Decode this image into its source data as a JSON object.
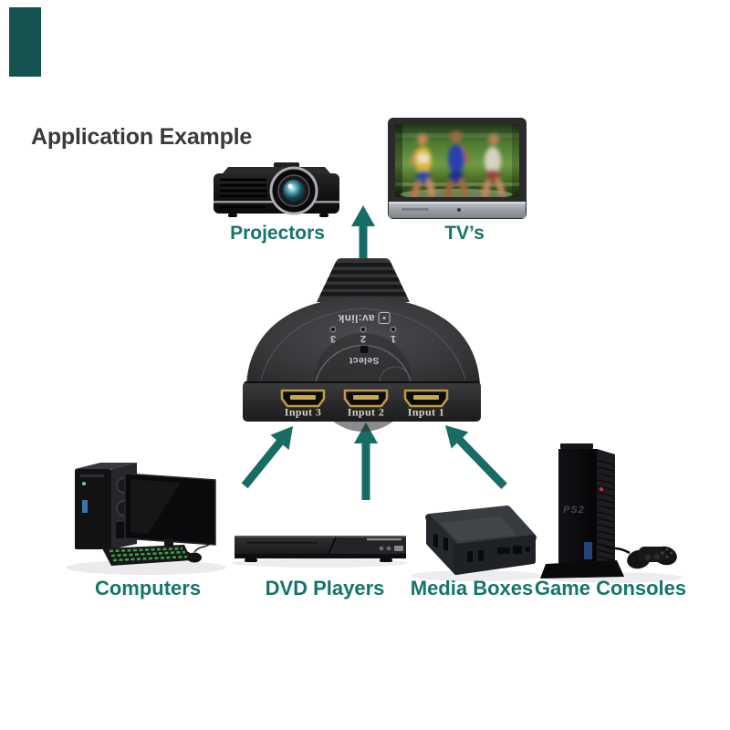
{
  "title": "Application Example",
  "colors": {
    "accent_teal": "#15756b",
    "title_text": "#3a3a3c",
    "background": "#ffffff",
    "corner_tab": "#155351",
    "switch_body": "#3a3a3c",
    "hdmi_port_gold": "#bb9a45"
  },
  "labels": {
    "projectors": "Projectors",
    "tvs": "TV’s",
    "computers": "Computers",
    "dvd_players": "DVD Players",
    "media_boxes": "Media Boxes",
    "game_consoles": "Game Consoles"
  },
  "switch": {
    "brand": "av:link",
    "select_label": "Select",
    "channels": [
      "3",
      "2",
      "1"
    ],
    "ports": [
      "Input 3",
      "Input 2",
      "Input 1"
    ]
  },
  "game_console_logo": "PS2"
}
